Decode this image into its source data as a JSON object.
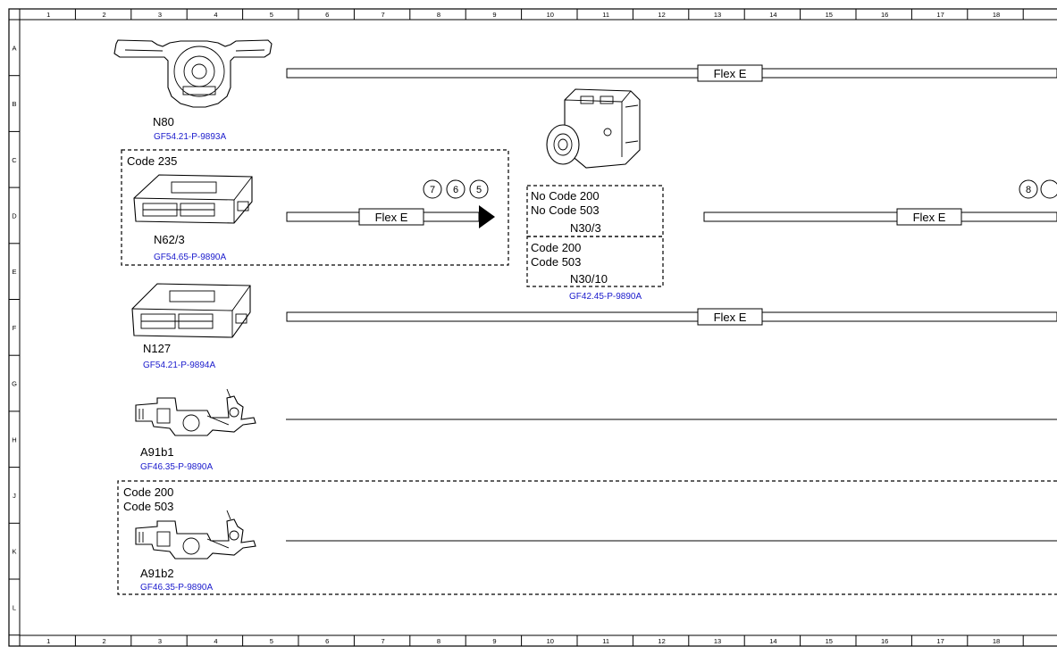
{
  "frame": {
    "columns": [
      "1",
      "2",
      "3",
      "4",
      "5",
      "6",
      "7",
      "8",
      "9",
      "10",
      "11",
      "12",
      "13",
      "14",
      "15",
      "16",
      "17",
      "18"
    ],
    "rows": [
      "A",
      "B",
      "C",
      "D",
      "E",
      "F",
      "G",
      "H",
      "J",
      "K",
      "L"
    ]
  },
  "components": {
    "n80": {
      "name": "N80",
      "ref": "GF54.21-P-9893A"
    },
    "n62_3": {
      "name": "N62/3",
      "ref": "GF54.65-P-9890A",
      "condition": "Code 235"
    },
    "n127": {
      "name": "N127",
      "ref": "GF54.21-P-9894A"
    },
    "a91b1": {
      "name": "A91b1",
      "ref": "GF46.35-P-9890A"
    },
    "a91b2": {
      "name": "A91b2",
      "ref": "GF46.35-P-9890A",
      "condition_line1": "Code 200",
      "condition_line2": "Code 503"
    },
    "n30_3": {
      "name": "N30/3",
      "condition_line1": "No Code 200",
      "condition_line2": "No Code 503"
    },
    "n30_10": {
      "name": "N30/10",
      "ref": "GF42.45-P-9890A",
      "condition_line1": "Code 200",
      "condition_line2": "Code 503"
    }
  },
  "buses": {
    "row_a": "Flex E",
    "row_d_left": "Flex E",
    "row_d_right": "Flex E",
    "row_f": "Flex E"
  },
  "connectors": {
    "left_group": [
      "7",
      "6",
      "5"
    ],
    "right_group": [
      "8",
      ""
    ]
  }
}
